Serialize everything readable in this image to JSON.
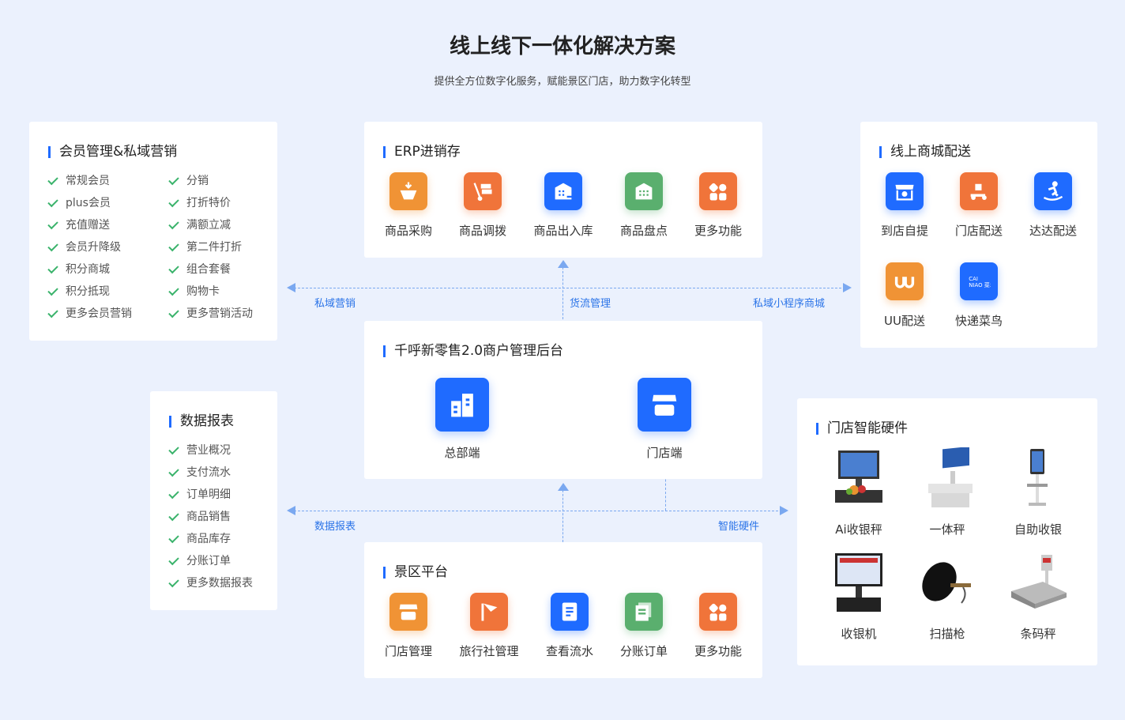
{
  "header": {
    "title": "线上线下一体化解决方案",
    "subtitle": "提供全方位数字化服务，赋能景区门店，助力数字化转型"
  },
  "colors": {
    "blue": "#1f6bff",
    "orange": "#f09335",
    "red_orange": "#f0743a",
    "green": "#5aaf6e",
    "accent_text": "#2b74e8"
  },
  "member": {
    "title": "会员管理&私域营销",
    "col1": [
      "常规会员",
      "plus会员",
      "充值赠送",
      "会员升降级",
      "积分商城",
      "积分抵现",
      "更多会员营销"
    ],
    "col2": [
      "分销",
      "打折特价",
      "满额立减",
      "第二件打折",
      "组合套餐",
      "购物卡",
      "更多营销活动"
    ]
  },
  "erp": {
    "title": "ERP进销存",
    "items": [
      {
        "label": "商品采购",
        "icon": "basket-icon",
        "color": "#f09335"
      },
      {
        "label": "商品调拨",
        "icon": "trolley-icon",
        "color": "#f0743a"
      },
      {
        "label": "商品出入库",
        "icon": "warehouse-out-icon",
        "color": "#1f6bff"
      },
      {
        "label": "商品盘点",
        "icon": "warehouse-icon",
        "color": "#5aaf6e"
      },
      {
        "label": "更多功能",
        "icon": "grid-icon",
        "color": "#f0743a"
      }
    ]
  },
  "delivery": {
    "title": "线上商城配送",
    "items": [
      {
        "label": "到店自提",
        "icon": "store-pin-icon",
        "color": "#1f6bff"
      },
      {
        "label": "门店配送",
        "icon": "scooter-icon",
        "color": "#f0743a"
      },
      {
        "label": "达达配送",
        "icon": "runner-icon",
        "color": "#1f6bff"
      },
      {
        "label": "UU配送",
        "icon": "uu-logo-icon",
        "color": "#f09335"
      },
      {
        "label": "快递菜鸟",
        "icon": "cainiao-logo-icon",
        "color": "#1f6bff",
        "logo_text": "CAI NIAO 菜鸟"
      }
    ]
  },
  "core": {
    "title": "千呼新零售2.0商户管理后台",
    "items": [
      {
        "label": "总部端",
        "icon": "headquarters-icon"
      },
      {
        "label": "门店端",
        "icon": "store-icon"
      }
    ]
  },
  "reports": {
    "title": "数据报表",
    "items": [
      "营业概况",
      "支付流水",
      "订单明细",
      "商品销售",
      "商品库存",
      "分账订单",
      "更多数据报表"
    ]
  },
  "hardware": {
    "title": "门店智能硬件",
    "items": [
      {
        "label": "Ai收银秤",
        "icon": "ai-scale-icon"
      },
      {
        "label": "一体秤",
        "icon": "integrated-scale-icon"
      },
      {
        "label": "自助收银",
        "icon": "self-checkout-icon"
      },
      {
        "label": "收银机",
        "icon": "pos-terminal-icon"
      },
      {
        "label": "扫描枪",
        "icon": "barcode-scanner-icon"
      },
      {
        "label": "条码秤",
        "icon": "barcode-scale-icon"
      }
    ]
  },
  "scenic": {
    "title": "景区平台",
    "items": [
      {
        "label": "门店管理",
        "icon": "store-icon",
        "color": "#f09335"
      },
      {
        "label": "旅行社管理",
        "icon": "flag-icon",
        "color": "#f0743a"
      },
      {
        "label": "查看流水",
        "icon": "document-icon",
        "color": "#1f6bff"
      },
      {
        "label": "分账订单",
        "icon": "orders-icon",
        "color": "#5aaf6e"
      },
      {
        "label": "更多功能",
        "icon": "grid-icon",
        "color": "#f0743a"
      }
    ]
  },
  "flows": {
    "private_marketing": "私域营销",
    "logistics": "货流管理",
    "mini_program": "私域小程序商城",
    "data_reports": "数据报表",
    "smart_hardware": "智能硬件"
  }
}
